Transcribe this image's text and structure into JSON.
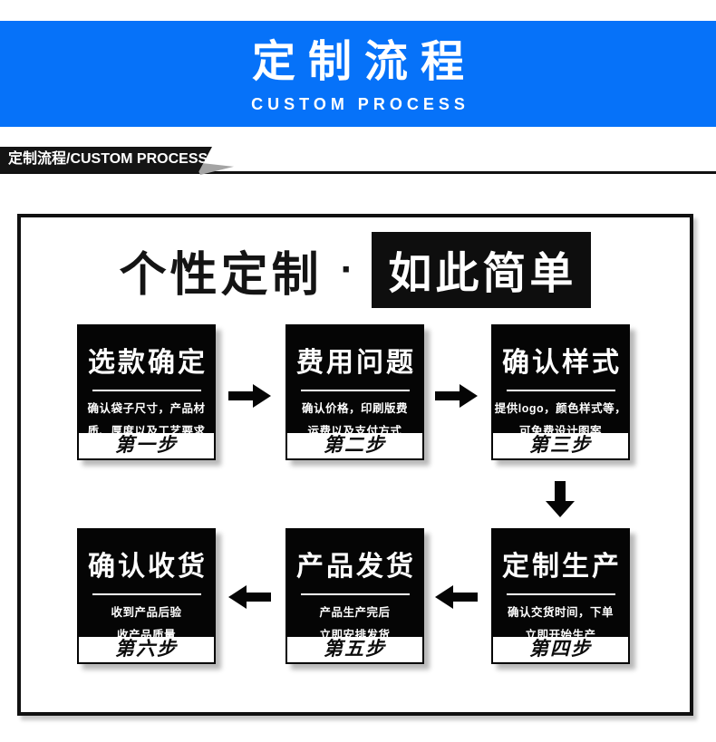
{
  "banner": {
    "title": "定制流程",
    "subtitle": "CUSTOM PROCESS"
  },
  "ribbon": {
    "label": "定制流程/CUSTOM PROCESS"
  },
  "headline": {
    "left": "个性定制",
    "separator": "·",
    "right": "如此简单"
  },
  "steps": [
    {
      "title": "选款确定",
      "desc_line1": "确认袋子尺寸，产品材",
      "desc_line2": "质、厚度以及工艺要求",
      "step_label": "第一步"
    },
    {
      "title": "费用问题",
      "desc_line1": "确认价格，印刷版费",
      "desc_line2": "运费以及支付方式",
      "step_label": "第二步"
    },
    {
      "title": "确认样式",
      "desc_line1": "提供logo，颜色样式等，",
      "desc_line2": "可免费设计图案",
      "step_label": "第三步"
    },
    {
      "title": "定制生产",
      "desc_line1": "确认交货时间，下单",
      "desc_line2": "立即开始生产",
      "step_label": "第四步"
    },
    {
      "title": "产品发货",
      "desc_line1": "产品生产完后",
      "desc_line2": "立即安排发货",
      "step_label": "第五步"
    },
    {
      "title": "确认收货",
      "desc_line1": "收到产品后验",
      "desc_line2": "收产品质量",
      "step_label": "第六步"
    }
  ],
  "colors": {
    "banner_blue": "#0672f9",
    "box_black": "#050505",
    "text_white": "#ffffff",
    "shadow_gray": "#b9b9b9"
  }
}
